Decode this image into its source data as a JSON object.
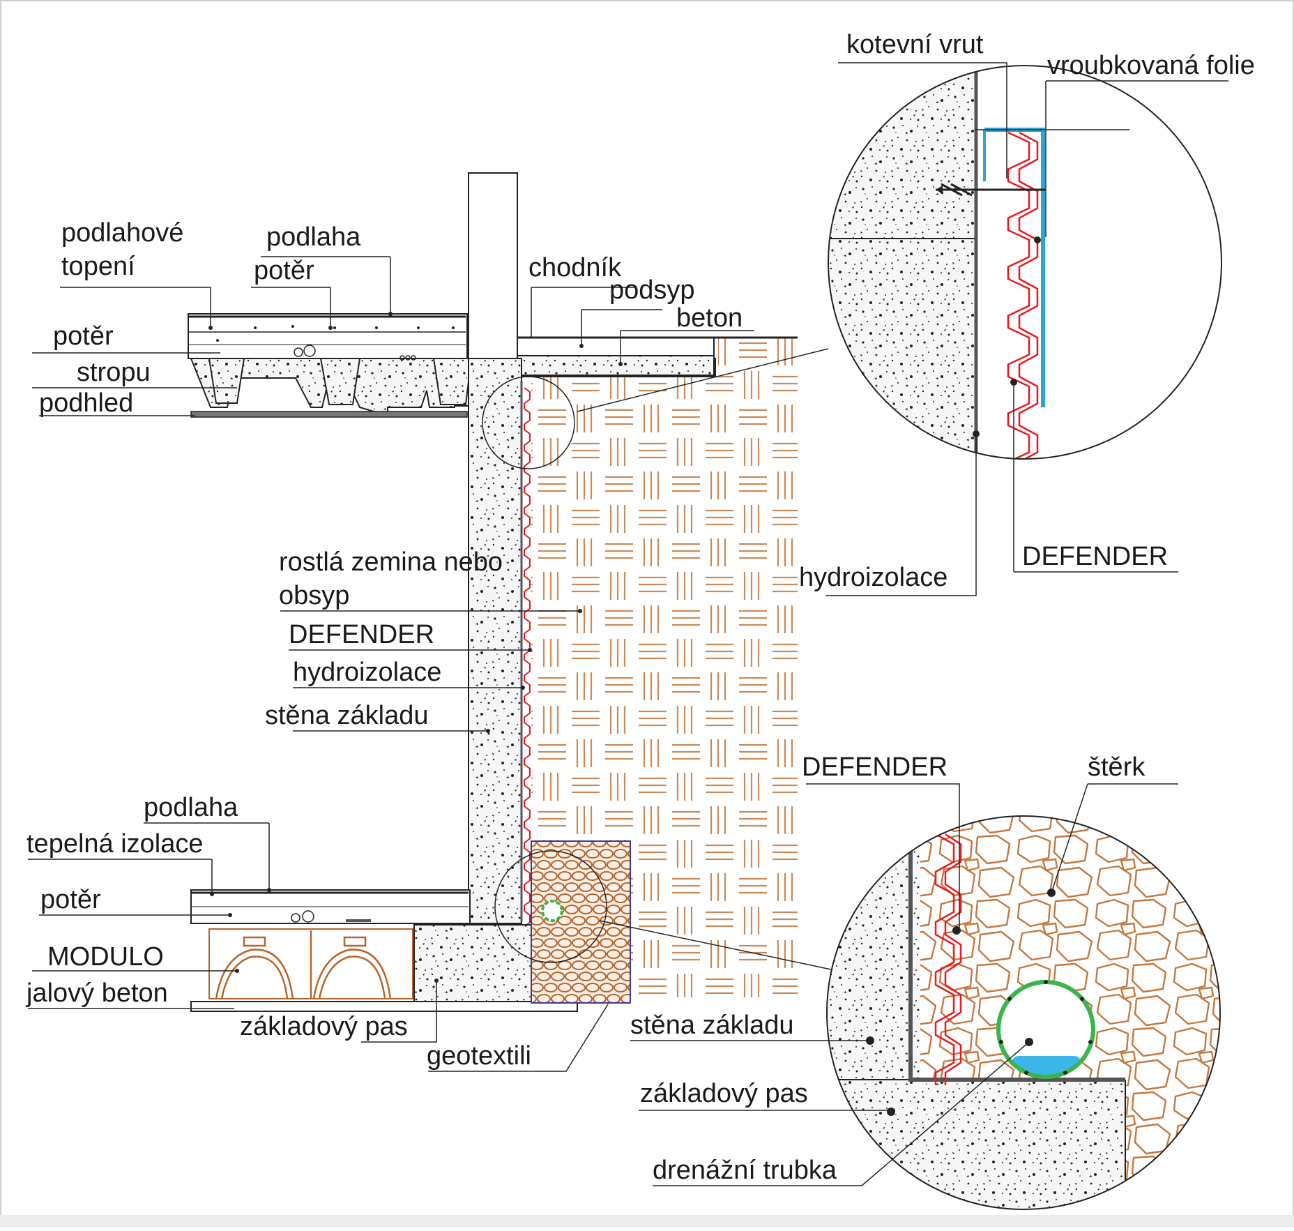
{
  "colors": {
    "concrete": "#f6f6f6",
    "concrete_dot": "#222222",
    "soil_pattern": "#c98a5a",
    "gravel": "#b5652c",
    "defender": "#e8191f",
    "hydro": "#555555",
    "foil": "#2aa6d4",
    "pipe": "#39b54a",
    "water": "#3cb6e6",
    "geotextile": "#3c3c9c",
    "line": "#222222"
  },
  "labels": {
    "podlahove_topeni_1": "podlahové",
    "podlahove_topeni_2": "topení",
    "podlaha_top": "podlaha",
    "poter_top": "potěr",
    "poter_left": "potěr",
    "stropu": "stropu",
    "podhled": "podhled",
    "chodnik": "chodník",
    "podsyp": "podsyp",
    "beton": "beton",
    "rostla_1": "rostlá zemina nebo",
    "rostla_2": "obsyp",
    "defender_mid": "DEFENDER",
    "hydroizolace_mid": "hydroizolace",
    "stena_zakladu_mid": "stěna základu",
    "podlaha_low": "podlaha",
    "tepelna_izolace": "tepelná izolace",
    "poter_low": "potěr",
    "modulo": "MODULO",
    "jalovy_beton": "jalový beton",
    "zakladovy_pas_low": "základový pas",
    "geotextili": "geotextili",
    "kotevni_vrut": "kotevní vrut",
    "vroubkovana_folie": "vroubkovaná folie",
    "defender_top_detail": "DEFENDER",
    "hydroizolace_detail": "hydroizolace",
    "defender_low_detail": "DEFENDER",
    "sterk": "štěrk",
    "stena_zakladu_detail": "stěna základu",
    "zakladovy_pas_detail": "základový pas",
    "drenazni_trubka": "drenážní trubka"
  }
}
